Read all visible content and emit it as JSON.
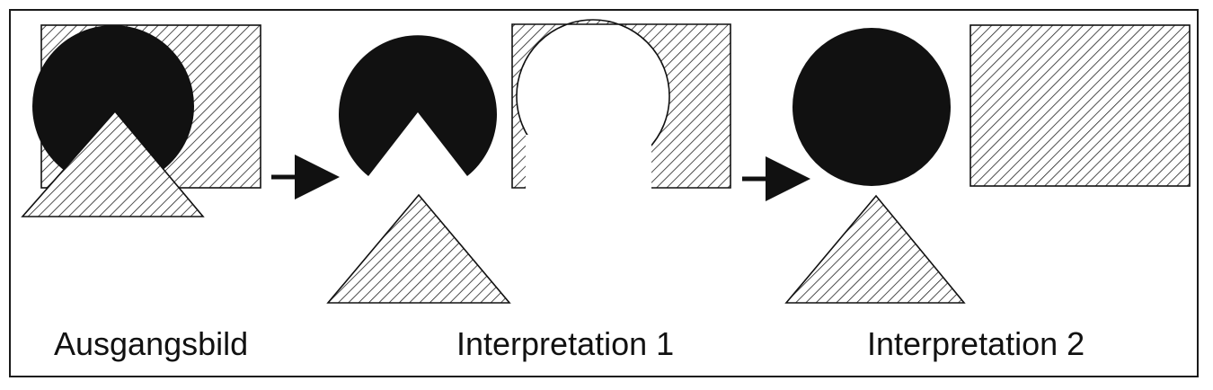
{
  "captions": {
    "source": "Ausgangsbild",
    "interpretation_1": "Interpretation 1",
    "interpretation_2": "Interpretation 2"
  },
  "colors": {
    "ink": "#111111",
    "hatch": "#222222",
    "background": "#ffffff"
  }
}
